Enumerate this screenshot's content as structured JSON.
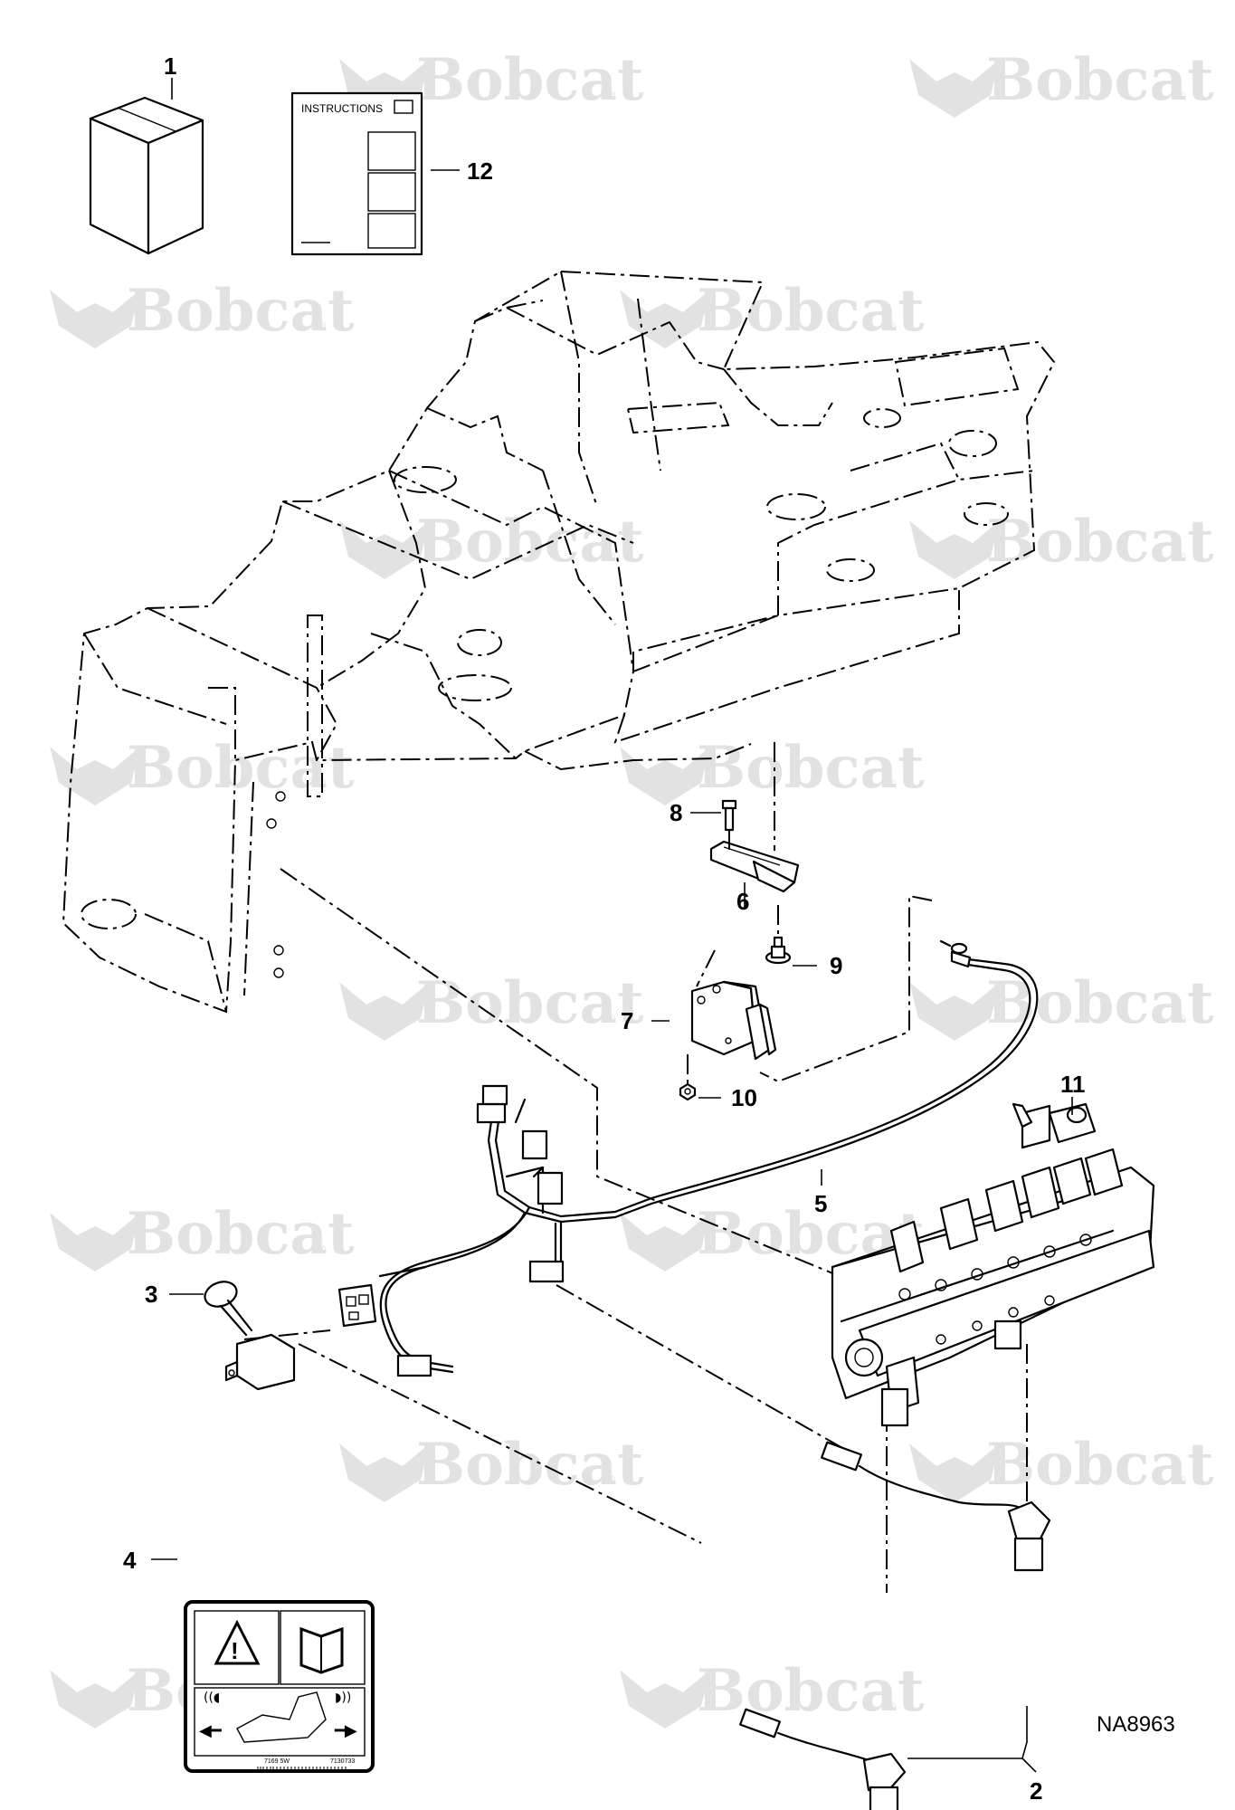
{
  "diagram": {
    "figure_id": "NA8963",
    "watermark_text": "Bobcat",
    "watermark_mark": "®",
    "instructions_label": "INSTRUCTIONS",
    "decal_codes": [
      "7169 5W",
      "7130733"
    ],
    "callouts": [
      "1",
      "2",
      "3",
      "4",
      "5",
      "6",
      "7",
      "8",
      "9",
      "10",
      "11",
      "12"
    ],
    "colors": {
      "line": "#000000",
      "watermark": "#e2e2e2",
      "background": "#ffffff"
    }
  }
}
